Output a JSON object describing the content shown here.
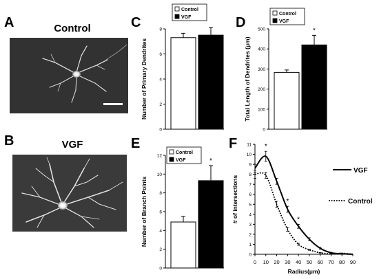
{
  "panel_a": {
    "letter": "A",
    "title": "Control"
  },
  "panel_b": {
    "letter": "B",
    "title": "VGF"
  },
  "colors": {
    "control_fill": "#ffffff",
    "vgf_fill": "#000000",
    "micrograph_bg": "#2c2c2c"
  },
  "chart_data": [
    {
      "panel": "C",
      "type": "bar",
      "ylabel": "Number of Primary Dendrites",
      "ylim": [
        0,
        8
      ],
      "yticks": [
        "0",
        "2",
        "4",
        "6",
        "8"
      ],
      "legend": [
        {
          "label": "Control"
        },
        {
          "label": "VGF"
        }
      ],
      "bars": [
        {
          "series": "Control",
          "value": 7.3,
          "error": 0.35
        },
        {
          "series": "VGF",
          "value": 7.5,
          "error": 0.6
        }
      ],
      "annotation": ""
    },
    {
      "panel": "D",
      "type": "bar",
      "ylabel": "Total Length of Dendrites (μm)",
      "ylim": [
        0,
        500
      ],
      "yticks": [
        "0",
        "100",
        "200",
        "300",
        "400",
        "500"
      ],
      "legend": [
        {
          "label": "Control"
        },
        {
          "label": "VGF"
        }
      ],
      "bars": [
        {
          "series": "Control",
          "value": 283,
          "error": 12
        },
        {
          "series": "VGF",
          "value": 420,
          "error": 48
        }
      ],
      "annotation": "*"
    },
    {
      "panel": "E",
      "type": "bar",
      "ylabel": "Number of Branch Points",
      "ylim": [
        0,
        12
      ],
      "yticks": [
        "0",
        "2",
        "4",
        "6",
        "8",
        "10",
        "12"
      ],
      "legend": [
        {
          "label": "Control"
        },
        {
          "label": "VGF"
        }
      ],
      "bars": [
        {
          "series": "Control",
          "value": 4.9,
          "error": 0.6
        },
        {
          "series": "VGF",
          "value": 9.3,
          "error": 1.6
        }
      ],
      "annotation": "*"
    },
    {
      "panel": "F",
      "type": "line",
      "xlabel": "Radius(μm)",
      "ylabel": "# of intersections",
      "xlim": [
        0,
        90
      ],
      "ylim": [
        0,
        11
      ],
      "xticks": [
        "0",
        "10",
        "20",
        "30",
        "40",
        "50",
        "60",
        "70",
        "80",
        "90"
      ],
      "yticks": [
        "0",
        "1",
        "2",
        "3",
        "4",
        "5",
        "6",
        "7",
        "8",
        "9",
        "10",
        "11"
      ],
      "x": [
        0,
        10,
        20,
        30,
        40,
        50,
        60,
        70,
        80,
        90
      ],
      "series": [
        {
          "name": "VGF",
          "style": "solid",
          "values": [
            8.6,
            9.8,
            7.3,
            4.5,
            2.8,
            1.5,
            0.6,
            0.15,
            0.05,
            0.0
          ],
          "errors": [
            0.4,
            0.5,
            0.3,
            0.3,
            0.2,
            0.15,
            0.1,
            0.05,
            0.02,
            0.0
          ]
        },
        {
          "name": "Control",
          "style": "dotted",
          "values": [
            8.0,
            7.9,
            5.0,
            2.5,
            1.0,
            0.45,
            0.15,
            0.05,
            0.1,
            0.0
          ],
          "errors": [
            0.4,
            0.3,
            0.3,
            0.2,
            0.1,
            0.05,
            0.03,
            0.02,
            0.02,
            0.0
          ]
        }
      ],
      "significance_marks": [
        "*",
        "*",
        "*"
      ]
    }
  ]
}
